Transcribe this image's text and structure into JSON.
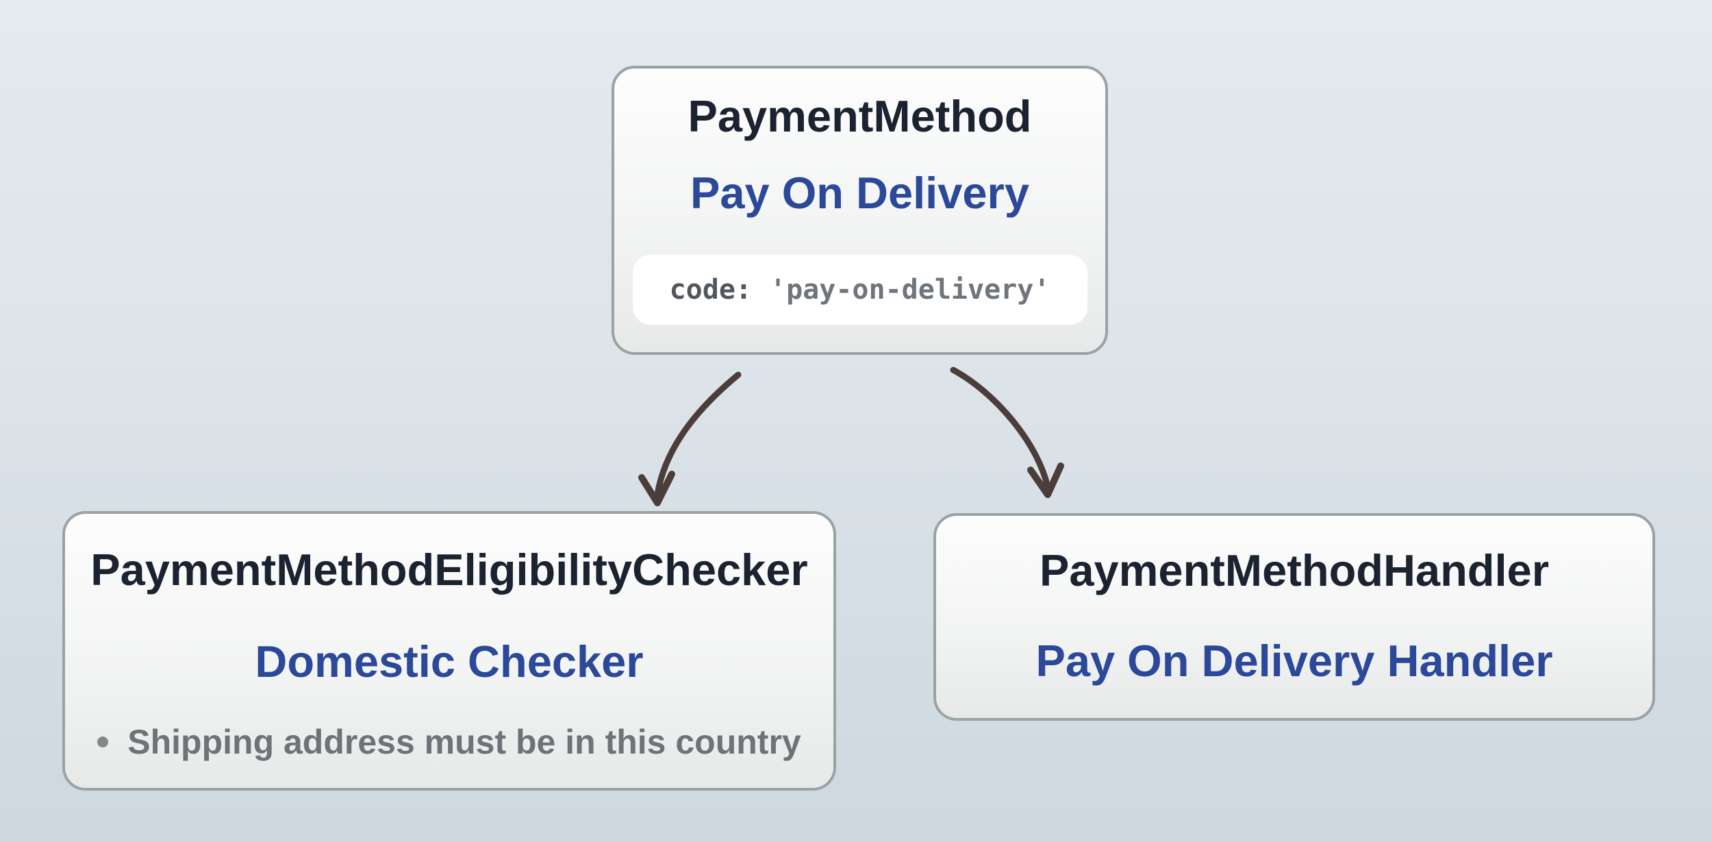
{
  "colors": {
    "page_bg_top": "#e5eaef",
    "page_bg_bottom": "#cdd8df",
    "node_bg_top": "#fdfdfd",
    "node_bg_bottom": "#e7e9e9",
    "node_border": "#99a3a5",
    "class_text": "#1b2230",
    "accent_blue": "#2b4899",
    "muted_text": "#6f7276",
    "code_key_text": "#51575c",
    "code_value_text": "#6f757b",
    "code_bg": "#ffffff",
    "arrow": "#4b3d3a"
  },
  "diagram": {
    "payment_method": {
      "class_name": "PaymentMethod",
      "instance_name": "Pay On Delivery",
      "code_key": "code:",
      "code_value": "'pay-on-delivery'"
    },
    "eligibility_checker": {
      "class_name": "PaymentMethodEligibilityChecker",
      "instance_name": "Domestic Checker",
      "rules": [
        "Shipping address must be in this country"
      ]
    },
    "handler": {
      "class_name": "PaymentMethodHandler",
      "instance_name": "Pay On Delivery Handler"
    },
    "edges": [
      {
        "from": "PaymentMethod",
        "to": "PaymentMethodEligibilityChecker"
      },
      {
        "from": "PaymentMethod",
        "to": "PaymentMethodHandler"
      }
    ]
  }
}
